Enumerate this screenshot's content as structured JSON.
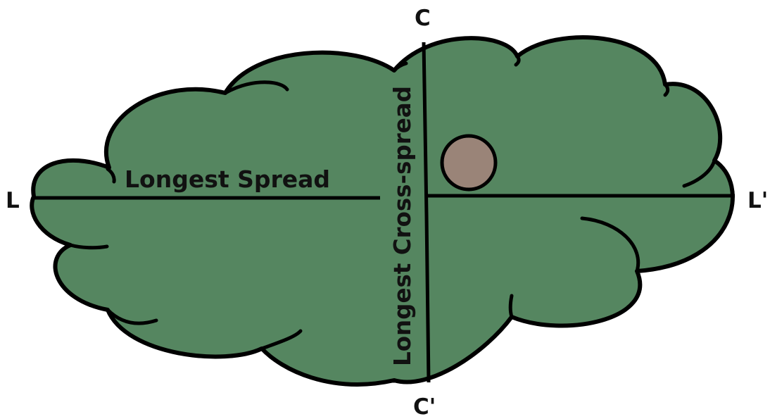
{
  "diagram": {
    "labels": {
      "longest_spread": "Longest Spread",
      "longest_cross_spread": "Longest Cross-spread",
      "end_l": "L",
      "end_l_prime": "L'",
      "end_c": "C",
      "end_c_prime": "C'"
    },
    "colors": {
      "canopy_fill": "#558660",
      "outline": "#000000",
      "trunk_fill": "#9a8478",
      "background": "#ffffff"
    }
  }
}
